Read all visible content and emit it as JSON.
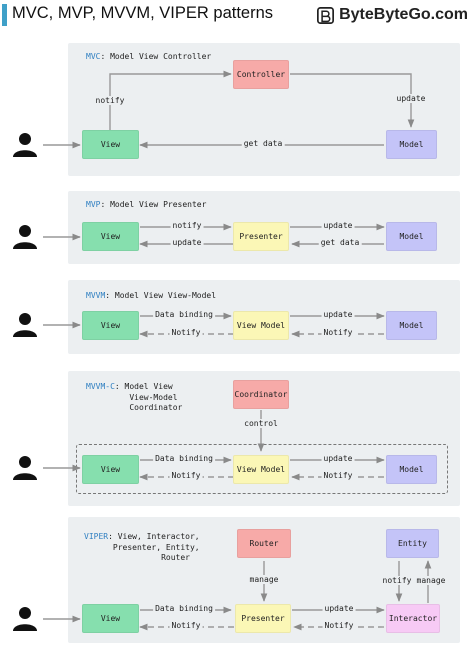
{
  "header": {
    "title": "MVC, MVP, MVVM, VIPER patterns",
    "brand": "ByteByteGo.com",
    "accent_color": "#3fa0c8"
  },
  "icons": {
    "user": "person-icon",
    "brand_logo": "bytebytego-logo-icon"
  },
  "colors": {
    "view": "#86dfae",
    "presenter": "#fbf7b6",
    "controller": "#f7aaa8",
    "model": "#c4c4f8",
    "interactor": "#f7caf5",
    "panel": "#eceff1",
    "pattern_abbr": "#2f7fc1"
  },
  "mvc": {
    "abbr": "MVC",
    "desc": ": Model View Controller",
    "view": "View",
    "controller": "Controller",
    "model": "Model",
    "notify": "notify",
    "update": "update",
    "get_data": "get data"
  },
  "mvp": {
    "abbr": "MVP",
    "desc": ": Model View Presenter",
    "view": "View",
    "presenter": "Presenter",
    "model": "Model",
    "notify": "notify",
    "update_left": "update",
    "update_right": "update",
    "get_data": "get data"
  },
  "mvvm": {
    "abbr": "MVVM",
    "desc": ": Model View View-Model",
    "view": "View",
    "viewmodel": "View Model",
    "model": "Model",
    "data_binding": "Data binding",
    "notify_left": "Notify",
    "update": "update",
    "notify_right": "Notify"
  },
  "mvvmc": {
    "abbr": "MVVM-C",
    "desc": ": Model View\n         View-Model\n         Coordinator",
    "coordinator": "Coordinator",
    "control": "control",
    "view": "View",
    "viewmodel": "View Model",
    "model": "Model",
    "data_binding": "Data binding",
    "notify_left": "Notify",
    "update": "update",
    "notify_right": "Notify"
  },
  "viper": {
    "abbr": "VIPER",
    "desc": ": View, Interactor,\n      Presenter, Entity,\n                Router",
    "router": "Router",
    "entity": "Entity",
    "manage_router": "manage",
    "notify_entity": "notify",
    "manage_entity": "manage",
    "view": "View",
    "presenter": "Presenter",
    "interactor": "Interactor",
    "data_binding": "Data binding",
    "notify_left": "Notify",
    "update": "update",
    "notify_right": "Notify"
  }
}
